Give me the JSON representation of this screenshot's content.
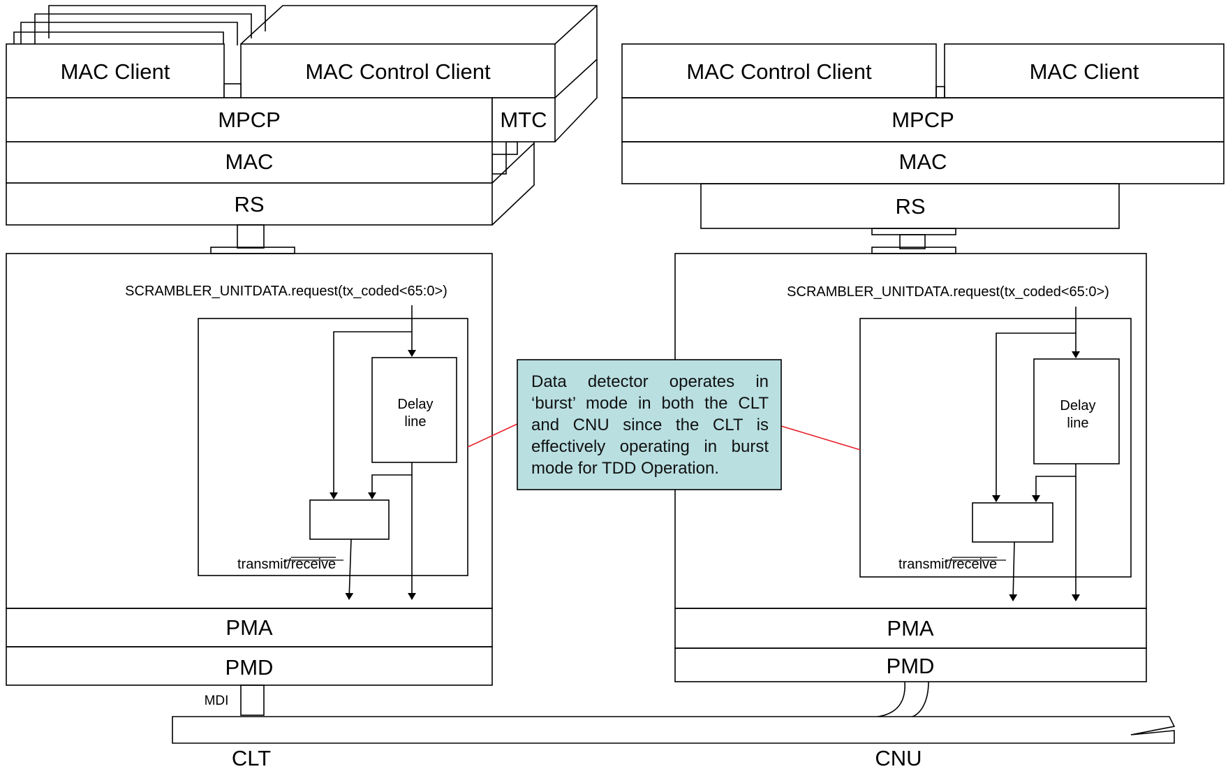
{
  "clt": {
    "mac_client": "MAC Client",
    "mac_control_client": "MAC Control Client",
    "mpcp": "MPCP",
    "mtc": "MTC",
    "mac": "MAC",
    "rs": "RS",
    "scrambler_request": "SCRAMBLER_UNITDATA.request(tx_coded<65:0>)",
    "delay_line_1": "Delay",
    "delay_line_2": "line",
    "tx_rx_transmit": "transmit/",
    "tx_rx_receive": "receive",
    "pma": "PMA",
    "pmd": "PMD",
    "mdi": "MDI",
    "label": "CLT"
  },
  "cnu": {
    "mac_control_client": "MAC Control Client",
    "mac_client": "MAC Client",
    "mpcp": "MPCP",
    "mac": "MAC",
    "rs": "RS",
    "scrambler_request": "SCRAMBLER_UNITDATA.request(tx_coded<65:0>)",
    "delay_line_1": "Delay",
    "delay_line_2": "line",
    "tx_rx_transmit": "transmit/",
    "tx_rx_receive": "receive",
    "pma": "PMA",
    "pmd": "PMD",
    "label": "CNU"
  },
  "note": {
    "text": "Data detector operates in ‘burst’ mode in both the CLT and CNU since the CLT is effectively operating in burst mode for TDD Operation.",
    "fill": "#b9dfe1",
    "connector_color": "#e8202a"
  }
}
